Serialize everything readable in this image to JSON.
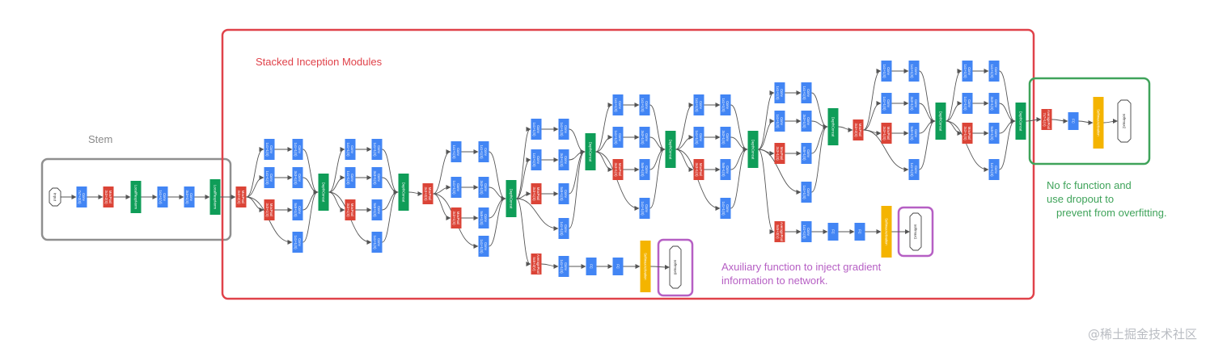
{
  "colors": {
    "conv": "#4285f4",
    "pool": "#db4437",
    "concat": "#0f9d58",
    "softmax_activation": "#f4b400",
    "terminal": "#ffffff",
    "stem_box": "#8f8f8f",
    "stacked_box": "#e0424a",
    "aux_box": "#b65fc4",
    "head_box": "#3fa35a",
    "edge": "#555555"
  },
  "annotations": {
    "stem": "Stem",
    "stacked": "Stacked Inception Modules",
    "auxiliary": "Axuiliary function to inject gradient information to network.",
    "head": "No fc function and use dropout to prevent from overfitting."
  },
  "watermark": "@稀土掘金技术社区",
  "nodes": [
    {
      "id": "input",
      "type": "terminal",
      "label": "input"
    },
    {
      "id": "s_conv1",
      "type": "conv",
      "label": "Conv 7x7+2(S)"
    },
    {
      "id": "s_pool1",
      "type": "pool",
      "label": "MaxPool 3x3+2(S)"
    },
    {
      "id": "s_lrn1",
      "type": "concat",
      "label": "LocalRespNorm"
    },
    {
      "id": "s_conv2",
      "type": "conv",
      "label": "Conv 1x1+1(V)"
    },
    {
      "id": "s_conv3",
      "type": "conv",
      "label": "Conv 3x3+1(S)"
    },
    {
      "id": "s_lrn2",
      "type": "concat",
      "label": "LocalRespNorm"
    },
    {
      "id": "s_pool2",
      "type": "pool",
      "label": "MaxPool 3x3+2(S)"
    },
    {
      "id": "m1_c1",
      "type": "conv",
      "label": "Conv 1x1+1(S)"
    },
    {
      "id": "m1_c2",
      "type": "conv",
      "label": "Conv 1x1+1(S)"
    },
    {
      "id": "m1_p",
      "type": "pool",
      "label": "MaxPool 3x3+1(S)"
    },
    {
      "id": "m1_a",
      "type": "conv",
      "label": "Conv 1x1+1(S)"
    },
    {
      "id": "m1_b",
      "type": "conv",
      "label": "Conv 3x3+1(S)"
    },
    {
      "id": "m1_c",
      "type": "conv",
      "label": "Conv 5x5+1(S)"
    },
    {
      "id": "m1_d",
      "type": "conv",
      "label": "Conv 1x1+1(S)"
    },
    {
      "id": "m1_cat",
      "type": "concat",
      "label": "DepthConcat"
    },
    {
      "id": "m2_c1",
      "type": "conv",
      "label": "Conv 1x1+1(S)"
    },
    {
      "id": "m2_c2",
      "type": "conv",
      "label": "Conv 1x1+1(S)"
    },
    {
      "id": "m2_p",
      "type": "pool",
      "label": "MaxPool 3x3+1(S)"
    },
    {
      "id": "m2_a",
      "type": "conv",
      "label": "Conv 1x1+1(S)"
    },
    {
      "id": "m2_b",
      "type": "conv",
      "label": "Conv 3x3+1(S)"
    },
    {
      "id": "m2_c",
      "type": "conv",
      "label": "Conv 5x5+1(S)"
    },
    {
      "id": "m2_d",
      "type": "conv",
      "label": "Conv 1x1+1(S)"
    },
    {
      "id": "m2_cat",
      "type": "concat",
      "label": "DepthConcat"
    },
    {
      "id": "pool3",
      "type": "pool",
      "label": "MaxPool 3x3+2(S)"
    },
    {
      "id": "m3_c1",
      "type": "conv",
      "label": "Conv 1x1+1(S)"
    },
    {
      "id": "m3_c2",
      "type": "conv",
      "label": "Conv 1x1+1(S)"
    },
    {
      "id": "m3_p",
      "type": "pool",
      "label": "MaxPool 3x3+1(S)"
    },
    {
      "id": "m3_a",
      "type": "conv",
      "label": "Conv 1x1+1(S)"
    },
    {
      "id": "m3_b",
      "type": "conv",
      "label": "Conv 3x3+1(S)"
    },
    {
      "id": "m3_c",
      "type": "conv",
      "label": "Conv 5x5+1(S)"
    },
    {
      "id": "m3_d",
      "type": "conv",
      "label": "Conv 1x1+1(S)"
    },
    {
      "id": "m3_cat",
      "type": "concat",
      "label": "DepthConcat"
    },
    {
      "id": "m4_c1",
      "type": "conv",
      "label": "Conv 1x1+1(S)"
    },
    {
      "id": "m4_c2",
      "type": "conv",
      "label": "Conv 1x1+1(S)"
    },
    {
      "id": "m4_p",
      "type": "pool",
      "label": "MaxPool 3x3+1(S)"
    },
    {
      "id": "m4_a",
      "type": "conv",
      "label": "Conv 1x1+1(S)"
    },
    {
      "id": "m4_b",
      "type": "conv",
      "label": "Conv 3x3+1(S)"
    },
    {
      "id": "m4_c",
      "type": "conv",
      "label": "Conv 5x5+1(S)"
    },
    {
      "id": "m4_d",
      "type": "conv",
      "label": "Conv 1x1+1(S)"
    },
    {
      "id": "m4_cat",
      "type": "concat",
      "label": "DepthConcat"
    },
    {
      "id": "aux1_pool",
      "type": "pool",
      "label": "AveragePool 5x5+3(V)"
    },
    {
      "id": "aux1_conv",
      "type": "conv",
      "label": "Conv 1x1+1(S)"
    },
    {
      "id": "aux1_fc1",
      "type": "conv",
      "label": "FC"
    },
    {
      "id": "aux1_fc2",
      "type": "conv",
      "label": "FC"
    },
    {
      "id": "aux1_act",
      "type": "softmax_activation",
      "label": "SoftmaxActivation"
    },
    {
      "id": "aux1_out",
      "type": "terminal",
      "label": "softmax0"
    },
    {
      "id": "m5_c1",
      "type": "conv",
      "label": "Conv 1x1+1(S)"
    },
    {
      "id": "m5_c2",
      "type": "conv",
      "label": "Conv 1x1+1(S)"
    },
    {
      "id": "m5_p",
      "type": "pool",
      "label": "MaxPool 3x3+1(S)"
    },
    {
      "id": "m5_a",
      "type": "conv",
      "label": "Conv 1x1+1(S)"
    },
    {
      "id": "m5_b",
      "type": "conv",
      "label": "Conv 3x3+1(S)"
    },
    {
      "id": "m5_c",
      "type": "conv",
      "label": "Conv 5x5+1(S)"
    },
    {
      "id": "m5_d",
      "type": "conv",
      "label": "Conv 1x1+1(S)"
    },
    {
      "id": "m5_cat",
      "type": "concat",
      "label": "DepthConcat"
    },
    {
      "id": "m6_c1",
      "type": "conv",
      "label": "Conv 1x1+1(S)"
    },
    {
      "id": "m6_c2",
      "type": "conv",
      "label": "Conv 1x1+1(S)"
    },
    {
      "id": "m6_p",
      "type": "pool",
      "label": "MaxPool 3x3+1(S)"
    },
    {
      "id": "m6_a",
      "type": "conv",
      "label": "Conv 1x1+1(S)"
    },
    {
      "id": "m6_b",
      "type": "conv",
      "label": "Conv 3x3+1(S)"
    },
    {
      "id": "m6_c",
      "type": "conv",
      "label": "Conv 5x5+1(S)"
    },
    {
      "id": "m6_d",
      "type": "conv",
      "label": "Conv 1x1+1(S)"
    },
    {
      "id": "m6_cat",
      "type": "concat",
      "label": "DepthConcat"
    },
    {
      "id": "m7_c1",
      "type": "conv",
      "label": "Conv 1x1+1(S)"
    },
    {
      "id": "m7_c2",
      "type": "conv",
      "label": "Conv 1x1+1(S)"
    },
    {
      "id": "m7_p",
      "type": "pool",
      "label": "MaxPool 3x3+1(S)"
    },
    {
      "id": "m7_a",
      "type": "conv",
      "label": "Conv 1x1+1(S)"
    },
    {
      "id": "m7_b",
      "type": "conv",
      "label": "Conv 3x3+1(S)"
    },
    {
      "id": "m7_c",
      "type": "conv",
      "label": "Conv 5x5+1(S)"
    },
    {
      "id": "m7_d",
      "type": "conv",
      "label": "Conv 1x1+1(S)"
    },
    {
      "id": "m7_cat",
      "type": "concat",
      "label": "DepthConcat"
    },
    {
      "id": "aux2_pool",
      "type": "pool",
      "label": "AveragePool 5x5+3(V)"
    },
    {
      "id": "aux2_conv",
      "type": "conv",
      "label": "Conv 1x1+1(S)"
    },
    {
      "id": "aux2_fc1",
      "type": "conv",
      "label": "FC"
    },
    {
      "id": "aux2_fc2",
      "type": "conv",
      "label": "FC"
    },
    {
      "id": "aux2_act",
      "type": "softmax_activation",
      "label": "SoftmaxActivation"
    },
    {
      "id": "aux2_out",
      "type": "terminal",
      "label": "softmax1"
    },
    {
      "id": "pool4",
      "type": "pool",
      "label": "MaxPool 3x3+2(S)"
    },
    {
      "id": "m8_c1",
      "type": "conv",
      "label": "Conv 1x1+1(S)"
    },
    {
      "id": "m8_c2",
      "type": "conv",
      "label": "Conv 1x1+1(S)"
    },
    {
      "id": "m8_p",
      "type": "pool",
      "label": "MaxPool 3x3+1(S)"
    },
    {
      "id": "m8_a",
      "type": "conv",
      "label": "Conv 1x1+1(S)"
    },
    {
      "id": "m8_b",
      "type": "conv",
      "label": "Conv 3x3+1(S)"
    },
    {
      "id": "m8_c",
      "type": "conv",
      "label": "Conv 5x5+1(S)"
    },
    {
      "id": "m8_d",
      "type": "conv",
      "label": "Conv 1x1+1(S)"
    },
    {
      "id": "m8_cat",
      "type": "concat",
      "label": "DepthConcat"
    },
    {
      "id": "m9_c1",
      "type": "conv",
      "label": "Conv 1x1+1(S)"
    },
    {
      "id": "m9_c2",
      "type": "conv",
      "label": "Conv 1x1+1(S)"
    },
    {
      "id": "m9_p",
      "type": "pool",
      "label": "MaxPool 3x3+1(S)"
    },
    {
      "id": "m9_a",
      "type": "conv",
      "label": "Conv 1x1+1(S)"
    },
    {
      "id": "m9_b",
      "type": "conv",
      "label": "Conv 3x3+1(S)"
    },
    {
      "id": "m9_c",
      "type": "conv",
      "label": "Conv 5x5+1(S)"
    },
    {
      "id": "m9_d",
      "type": "conv",
      "label": "Conv 1x1+1(S)"
    },
    {
      "id": "m9_cat",
      "type": "concat",
      "label": "DepthConcat"
    },
    {
      "id": "h_pool",
      "type": "pool",
      "label": "AveragePool 7x7+1(V)"
    },
    {
      "id": "h_fc",
      "type": "conv",
      "label": "FC"
    },
    {
      "id": "h_act",
      "type": "softmax_activation",
      "label": "SoftmaxActivation"
    },
    {
      "id": "h_out",
      "type": "terminal",
      "label": "softmax2"
    }
  ],
  "edges": [
    [
      "input",
      "s_conv1"
    ],
    [
      "s_conv1",
      "s_pool1"
    ],
    [
      "s_pool1",
      "s_lrn1"
    ],
    [
      "s_lrn1",
      "s_conv2"
    ],
    [
      "s_conv2",
      "s_conv3"
    ],
    [
      "s_conv3",
      "s_lrn2"
    ],
    [
      "s_lrn2",
      "s_pool2"
    ],
    [
      "s_pool2",
      "m1_c1"
    ],
    [
      "s_pool2",
      "m1_c2"
    ],
    [
      "s_pool2",
      "m1_p"
    ],
    [
      "s_pool2",
      "m1_d"
    ],
    [
      "m1_c1",
      "m1_a"
    ],
    [
      "m1_c2",
      "m1_b"
    ],
    [
      "m1_p",
      "m1_c"
    ],
    [
      "m1_a",
      "m1_cat"
    ],
    [
      "m1_b",
      "m1_cat"
    ],
    [
      "m1_c",
      "m1_cat"
    ],
    [
      "m1_d",
      "m1_cat"
    ],
    [
      "m1_cat",
      "m2_c1"
    ],
    [
      "m1_cat",
      "m2_c2"
    ],
    [
      "m1_cat",
      "m2_p"
    ],
    [
      "m1_cat",
      "m2_d"
    ],
    [
      "m2_c1",
      "m2_a"
    ],
    [
      "m2_c2",
      "m2_b"
    ],
    [
      "m2_p",
      "m2_c"
    ],
    [
      "m2_a",
      "m2_cat"
    ],
    [
      "m2_b",
      "m2_cat"
    ],
    [
      "m2_c",
      "m2_cat"
    ],
    [
      "m2_d",
      "m2_cat"
    ],
    [
      "m2_cat",
      "pool3"
    ],
    [
      "pool3",
      "m3_c1"
    ],
    [
      "pool3",
      "m3_c2"
    ],
    [
      "pool3",
      "m3_p"
    ],
    [
      "pool3",
      "m3_d"
    ],
    [
      "m3_c1",
      "m3_a"
    ],
    [
      "m3_c2",
      "m3_b"
    ],
    [
      "m3_p",
      "m3_c"
    ],
    [
      "m3_a",
      "m3_cat"
    ],
    [
      "m3_b",
      "m3_cat"
    ],
    [
      "m3_c",
      "m3_cat"
    ],
    [
      "m3_d",
      "m3_cat"
    ],
    [
      "m3_cat",
      "m4_c1"
    ],
    [
      "m3_cat",
      "m4_c2"
    ],
    [
      "m3_cat",
      "m4_p"
    ],
    [
      "m3_cat",
      "m4_d"
    ],
    [
      "m3_cat",
      "aux1_pool"
    ],
    [
      "m4_c1",
      "m4_a"
    ],
    [
      "m4_c2",
      "m4_b"
    ],
    [
      "m4_p",
      "m4_c"
    ],
    [
      "m4_a",
      "m4_cat"
    ],
    [
      "m4_b",
      "m4_cat"
    ],
    [
      "m4_c",
      "m4_cat"
    ],
    [
      "m4_d",
      "m4_cat"
    ],
    [
      "aux1_pool",
      "aux1_conv"
    ],
    [
      "aux1_conv",
      "aux1_fc1"
    ],
    [
      "aux1_fc1",
      "aux1_fc2"
    ],
    [
      "aux1_fc2",
      "aux1_act"
    ],
    [
      "aux1_act",
      "aux1_out"
    ],
    [
      "m4_cat",
      "m5_c1"
    ],
    [
      "m4_cat",
      "m5_c2"
    ],
    [
      "m4_cat",
      "m5_p"
    ],
    [
      "m4_cat",
      "m5_d"
    ],
    [
      "m5_c1",
      "m5_a"
    ],
    [
      "m5_c2",
      "m5_b"
    ],
    [
      "m5_p",
      "m5_c"
    ],
    [
      "m5_a",
      "m5_cat"
    ],
    [
      "m5_b",
      "m5_cat"
    ],
    [
      "m5_c",
      "m5_cat"
    ],
    [
      "m5_d",
      "m5_cat"
    ],
    [
      "m5_cat",
      "m6_c1"
    ],
    [
      "m5_cat",
      "m6_c2"
    ],
    [
      "m5_cat",
      "m6_p"
    ],
    [
      "m5_cat",
      "m6_d"
    ],
    [
      "m6_c1",
      "m6_a"
    ],
    [
      "m6_c2",
      "m6_b"
    ],
    [
      "m6_p",
      "m6_c"
    ],
    [
      "m6_a",
      "m6_cat"
    ],
    [
      "m6_b",
      "m6_cat"
    ],
    [
      "m6_c",
      "m6_cat"
    ],
    [
      "m6_d",
      "m6_cat"
    ],
    [
      "m6_cat",
      "m7_c1"
    ],
    [
      "m6_cat",
      "m7_c2"
    ],
    [
      "m6_cat",
      "m7_p"
    ],
    [
      "m6_cat",
      "m7_d"
    ],
    [
      "m6_cat",
      "aux2_pool"
    ],
    [
      "m7_c1",
      "m7_a"
    ],
    [
      "m7_c2",
      "m7_b"
    ],
    [
      "m7_p",
      "m7_c"
    ],
    [
      "m7_a",
      "m7_cat"
    ],
    [
      "m7_b",
      "m7_cat"
    ],
    [
      "m7_c",
      "m7_cat"
    ],
    [
      "m7_d",
      "m7_cat"
    ],
    [
      "aux2_pool",
      "aux2_conv"
    ],
    [
      "aux2_conv",
      "aux2_fc1"
    ],
    [
      "aux2_fc1",
      "aux2_fc2"
    ],
    [
      "aux2_fc2",
      "aux2_act"
    ],
    [
      "aux2_act",
      "aux2_out"
    ],
    [
      "m7_cat",
      "pool4"
    ],
    [
      "pool4",
      "m8_c1"
    ],
    [
      "pool4",
      "m8_c2"
    ],
    [
      "pool4",
      "m8_p"
    ],
    [
      "pool4",
      "m8_d"
    ],
    [
      "m8_c1",
      "m8_a"
    ],
    [
      "m8_c2",
      "m8_b"
    ],
    [
      "m8_p",
      "m8_c"
    ],
    [
      "m8_a",
      "m8_cat"
    ],
    [
      "m8_b",
      "m8_cat"
    ],
    [
      "m8_c",
      "m8_cat"
    ],
    [
      "m8_d",
      "m8_cat"
    ],
    [
      "m8_cat",
      "m9_c1"
    ],
    [
      "m8_cat",
      "m9_c2"
    ],
    [
      "m8_cat",
      "m9_p"
    ],
    [
      "m8_cat",
      "m9_d"
    ],
    [
      "m9_c1",
      "m9_a"
    ],
    [
      "m9_c2",
      "m9_b"
    ],
    [
      "m9_p",
      "m9_c"
    ],
    [
      "m9_a",
      "m9_cat"
    ],
    [
      "m9_b",
      "m9_cat"
    ],
    [
      "m9_c",
      "m9_cat"
    ],
    [
      "m9_d",
      "m9_cat"
    ],
    [
      "m9_cat",
      "h_pool"
    ],
    [
      "h_pool",
      "h_fc"
    ],
    [
      "h_fc",
      "h_act"
    ],
    [
      "h_act",
      "h_out"
    ]
  ]
}
